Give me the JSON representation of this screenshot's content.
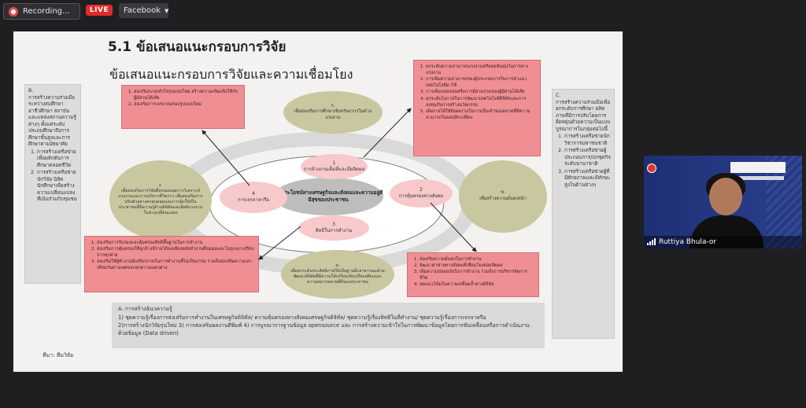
{
  "topbar": {
    "recording_label": "Recording...",
    "live_label": "LIVE",
    "platform_label": "Facebook"
  },
  "slide": {
    "title": "5.1 ข้อเสนอแนะกรอบการวิจัย",
    "subtitle": "ข้อเสนอแนะกรอบการวิจัยและความเชื่อมโยง",
    "source": "ที่มา: ทีมวิจัย",
    "left_panel": {
      "title": "B.\nการสร้างความร่วมมือระหว่างสมศึกษาอาชีวศึกษา สถาบันและแหล่งสถานความรู้ต่างๆ ตั้งแต่ระดับประถมศึกษาถึงการศึกษาขั้นสูงและการศึกษาตามอัธยาศัย",
      "items": [
        "การสร้างเครือข่ายเพื่อผลักดันการศึกษาตลอดชีวิต",
        "การสร้างเครือข่ายนักวิจัย นิสิตนักศึกษาเพื่อสร้างความเปลี่ยนแปลงที่เน้นร่วมกับชุมชน"
      ]
    },
    "right_panel": {
      "title": "C.\nการสร้างความร่วมมือเพื่อยกระดับการศึกษา ผลิตภาพที่มีการปรับโดยการยืดหยุ่นด้วยความเป็นแบบบูรณาการในกลุ่มต่อไปนี้",
      "items": [
        "การสร้างเครือข่ายนักวิชาการมหาชนชาติ",
        "การสร้างเครือข่ายผู้ประกอบการ/ปกชุดกิจระดับนานาชาติ",
        "การสร้างเครือข่ายผู้ที่มีศักยภาพและมีทักษะสูงในด้านต่างๆ"
      ]
    },
    "box_top_left": [
      "ส่งเสริมระบบหัวใจรูปแบบใหม่ สร้างความเข้มแข็งให้กับผู้มีส่วนได้เสีย",
      "ส่งเสริมการเจรจาต่อรองรูปแบบใหม่"
    ],
    "box_top_right": [
      "ยกระดับความสามารถแรงงานหรือลดต้นทุนในการทางแรงงาน",
      "การเพิ่มความสามารถของผู้ประกอบการในการนำแนวเทคโนโลยีมาใช้",
      "การเพิ่มแหล่งทุนหรือการมีส่วนร่วมของผู้มีส่วนได้เสีย",
      "ยกระดับโอกาสในการพัฒนาเทคโนโลยีดิจิทัลและการลงทุนกับการสร้างนวัตกรรม",
      "เพิ่มรายได้ให้ยังผลงานในการเป็นเจ้าของตลาดที่มีความสามารถในผลปลีกเปลี่ยน"
    ],
    "box_bottom_left": [
      "ส่งเสริมการรับรองและคุ้มครองสิทธิพื้นฐานในการทำงาน",
      "ส่งเสริมการคุ้มครองให้ลูกจ้างมีรายได้พอเพียงหลังทำงานที่สมดุลและไม่ถูกเอาเปรียบจากทุกฝ่าย",
      "ส่งเสริมให้ผู้ทำงานมีเสถียรภาพในการทำงานที่ไม่เป็นธรรม รวมถึงส่งเสริมความเท่าเทียมกันทางเพศและทุกความแตกต่าง"
    ],
    "box_bottom_right": [
      "ส่งเสริมความมั่นคงในการทำงาน",
      "พัฒนาตาข่ายทางสังคมที่เชื่อมโยงต่อผลิตผล",
      "เพิ่มความปลอดภัยในการทำงาน รวมถึงการบริหารจัดการชีวิต",
      "ลดแนวโน้มในความเหลื่อมล้ำทางดิจิทัล"
    ],
    "oval_top": "ก.\nเพื่อส่งเสริมการศึกษาเชิงทรัพยากรในด้านแรงงาน",
    "oval_left": "ง.\nเพื่อส่งเสริมการวิจัยที่ครอบคลุมการวิเคราะห์แรงงานและการบริหารชีวิตการ เพื่อส่งเสริมการปรับตัวอย่างครอบคลุมและการคุ้มให้เป็นประชาชนที่มีความรู้ด้านดิจิทัลและสิทธิแรงงานในช่วงเปลี่ยนแปลง",
    "oval_right": "ข.\nเพื่อสร้างความมั่นคงหน้า",
    "oval_bottom": "ค.\nเพื่อยกระดับประสิทธิภาพให้เป็นฐานอีกสาธารณะด้วยพัฒนาดิจิทัลที่มีความได้เปรียบเชิงเปรียบเทียบและความหลากหลายที่ดีของประชาชน",
    "node_1": "1\nการจ้างงานเต็มที่และมีผลิตผล",
    "node_2": "2\nการคุ้มครองทางสังคม",
    "node_3": "3\nสิทธิในการทำงาน",
    "node_4": "4\nการเจรจาหารือ",
    "core": "เพื่อประโยชน์ทางเศรษฐกิจและสังคมและความอยู่ดีมีสุขของประชาชน",
    "bottom_box": {
      "title": "A. การสร้างฉันวความรู้",
      "line1": "1) ชุดความรู้เรื่องการส่งเสริมการทำงานในเศรษฐกิจดิจิทัล/ ความคุ้มครองทางสังคมเศรษฐกิจดิจิทัล/ ชุดความรู้เรื่องสิทธิในที่ทำงาน/ ชุดความรู้เรื่องการเจรจาหรือ",
      "line2": "2)การสร้างนักวิจัยรุ่นใหม่ 3) การส่งเสริมผลงานตีพิมพ์ 4) การบูรณาการฐานข้อมูล opensource และ การสร้างความเข้าใจในการพัฒนาข้อมูลโดยการขับเคลื่อนหรือการดำเนินงานด้วยข้อมูล (Data driven)"
    }
  },
  "camera": {
    "participant_name": "Ruttiya Bhula-or"
  }
}
